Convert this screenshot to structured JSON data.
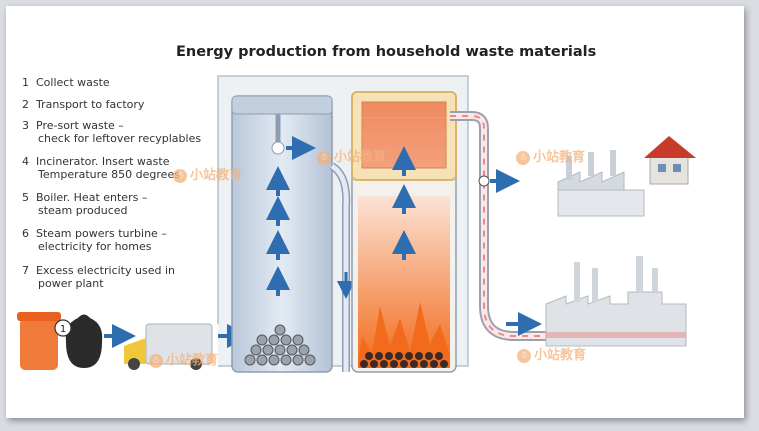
{
  "title": "Energy production from household waste materials",
  "steps": [
    {
      "num": "1",
      "line1": "Collect waste",
      "line2": ""
    },
    {
      "num": "2",
      "line1": "Transport to factory",
      "line2": ""
    },
    {
      "num": "3",
      "line1": "Pre-sort waste –",
      "line2": "check for leftover recyplables"
    },
    {
      "num": "4",
      "line1": "Incinerator. Insert waste",
      "line2": "Temperature 850 degrees"
    },
    {
      "num": "5",
      "line1": "Boiler. Heat enters –",
      "line2": "steam produced"
    },
    {
      "num": "6",
      "line1": "Steam powers turbine –",
      "line2": "electricity for homes"
    },
    {
      "num": "7",
      "line1": "Excess electricity used in",
      "line2": "power plant"
    }
  ],
  "badge": "1",
  "watermark": "小站教育",
  "watermark_icon": "☃",
  "colors": {
    "arrow": "#2e6db0",
    "fire": "#f26b1d",
    "pipe": "#e88a8a",
    "tank": "#c9d7e8"
  }
}
